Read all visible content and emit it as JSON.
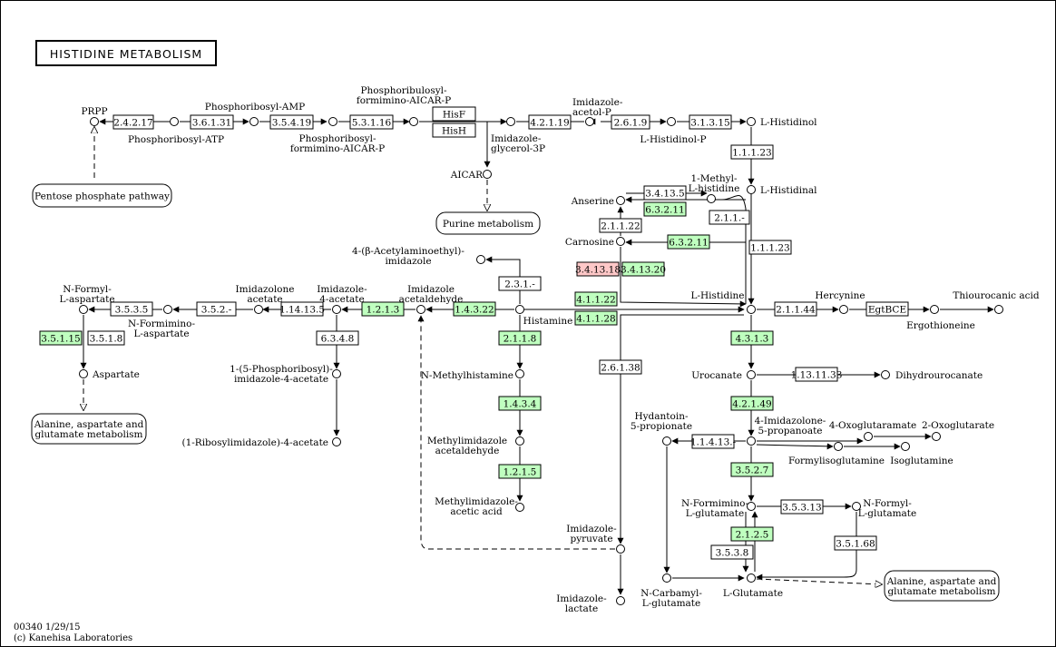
{
  "map": {
    "title": "HISTIDINE METABOLISM",
    "footer_id": "00340 1/29/15",
    "footer_copyright": "(c) Kanehisa Laboratories"
  },
  "colors": {
    "found": "#bfffbf",
    "highlight": "#ffc8c8",
    "line": "#000000",
    "background": "#ffffff"
  },
  "enzymes": [
    {
      "id": "e1",
      "label": "2.4.2.17",
      "state": "none"
    },
    {
      "id": "e2",
      "label": "3.6.1.31",
      "state": "none"
    },
    {
      "id": "e3",
      "label": "3.5.4.19",
      "state": "none"
    },
    {
      "id": "e4",
      "label": "5.3.1.16",
      "state": "none"
    },
    {
      "id": "e5",
      "label": "HisF",
      "state": "none"
    },
    {
      "id": "e6",
      "label": "HisH",
      "state": "none"
    },
    {
      "id": "e7",
      "label": "4.2.1.19",
      "state": "none"
    },
    {
      "id": "e8",
      "label": "2.6.1.9",
      "state": "none"
    },
    {
      "id": "e9",
      "label": "3.1.3.15",
      "state": "none"
    },
    {
      "id": "e10",
      "label": "1.1.1.23",
      "state": "none"
    },
    {
      "id": "e11",
      "label": "3.4.13.5",
      "state": "none"
    },
    {
      "id": "e12",
      "label": "6.3.2.11",
      "state": "found"
    },
    {
      "id": "e13",
      "label": "2.1.1.22",
      "state": "none"
    },
    {
      "id": "e14",
      "label": "2.1.1.-",
      "state": "none"
    },
    {
      "id": "e15",
      "label": "6.3.2.11",
      "state": "found"
    },
    {
      "id": "e16",
      "label": "1.1.1.23",
      "state": "none"
    },
    {
      "id": "e17",
      "label": "3.4.13.18",
      "state": "highlight"
    },
    {
      "id": "e18",
      "label": "3.4.13.20",
      "state": "found"
    },
    {
      "id": "e19",
      "label": "2.3.1.-",
      "state": "none"
    },
    {
      "id": "e20",
      "label": "4.1.1.22",
      "state": "found"
    },
    {
      "id": "e21",
      "label": "4.1.1.28",
      "state": "found"
    },
    {
      "id": "e22",
      "label": "2.1.1.44",
      "state": "none"
    },
    {
      "id": "e23",
      "label": "EgtBCE",
      "state": "none"
    },
    {
      "id": "e24",
      "label": "3.5.3.5",
      "state": "none"
    },
    {
      "id": "e25",
      "label": "3.5.2.-",
      "state": "none"
    },
    {
      "id": "e26",
      "label": "1.14.13.5",
      "state": "none"
    },
    {
      "id": "e27",
      "label": "1.2.1.3",
      "state": "found"
    },
    {
      "id": "e28",
      "label": "1.4.3.22",
      "state": "found"
    },
    {
      "id": "e29",
      "label": "3.5.1.15",
      "state": "found"
    },
    {
      "id": "e30",
      "label": "3.5.1.8",
      "state": "none"
    },
    {
      "id": "e31",
      "label": "6.3.4.8",
      "state": "none"
    },
    {
      "id": "e32",
      "label": "2.1.1.8",
      "state": "found"
    },
    {
      "id": "e33",
      "label": "4.3.1.3",
      "state": "found"
    },
    {
      "id": "e34",
      "label": "1.13.11.33",
      "state": "none"
    },
    {
      "id": "e35",
      "label": "2.6.1.38",
      "state": "none"
    },
    {
      "id": "e36",
      "label": "1.4.3.4",
      "state": "found"
    },
    {
      "id": "e37",
      "label": "4.2.1.49",
      "state": "found"
    },
    {
      "id": "e38",
      "label": "1.1.4.13.-",
      "state": "none"
    },
    {
      "id": "e39",
      "label": "1.2.1.5",
      "state": "found"
    },
    {
      "id": "e40",
      "label": "3.5.2.7",
      "state": "found"
    },
    {
      "id": "e41",
      "label": "3.5.3.13",
      "state": "none"
    },
    {
      "id": "e42",
      "label": "2.1.2.5",
      "state": "found"
    },
    {
      "id": "e43",
      "label": "3.5.3.8",
      "state": "none"
    },
    {
      "id": "e44",
      "label": "3.5.1.68",
      "state": "none"
    }
  ],
  "compounds": [
    {
      "id": "c_prpp",
      "label": [
        "PRPP"
      ]
    },
    {
      "id": "c_pratp",
      "label": [
        "Phosphoribosyl-ATP"
      ]
    },
    {
      "id": "c_pramp",
      "label": [
        "Phosphoribosyl-AMP"
      ]
    },
    {
      "id": "c_pfaicar",
      "label": [
        "Phosphoribosyl-",
        "formimino-AICAR-P"
      ]
    },
    {
      "id": "c_prfaicar",
      "label": [
        "Phosphoribulosyl-",
        "formimino-AICAR-P"
      ]
    },
    {
      "id": "c_igp",
      "label": [
        "Imidazole-",
        "glycerol-3P"
      ]
    },
    {
      "id": "c_iap",
      "label": [
        "Imidazole-",
        "acetol-P"
      ]
    },
    {
      "id": "c_hisp",
      "label": [
        "L-Histidinol-P"
      ]
    },
    {
      "id": "c_hisol",
      "label": [
        "L-Histidinol"
      ]
    },
    {
      "id": "c_aicar",
      "label": [
        "AICAR"
      ]
    },
    {
      "id": "c_hisal",
      "label": [
        "L-Histidinal"
      ]
    },
    {
      "id": "c_mhis",
      "label": [
        "1-Methyl-",
        "L-histidine"
      ]
    },
    {
      "id": "c_anserine",
      "label": [
        "Anserine"
      ]
    },
    {
      "id": "c_carnosine",
      "label": [
        "Carnosine"
      ]
    },
    {
      "id": "c_acetylimid",
      "label": [
        "4-(β-Acetylaminoethyl)-",
        "imidazole"
      ]
    },
    {
      "id": "c_his",
      "label": [
        "L-Histidine"
      ]
    },
    {
      "id": "c_hercynine",
      "label": [
        "Hercynine"
      ]
    },
    {
      "id": "c_ergo",
      "label": [
        "Ergothioneine"
      ]
    },
    {
      "id": "c_thiou",
      "label": [
        "Thiourocanic acid"
      ]
    },
    {
      "id": "c_nfasp",
      "label": [
        "N-Formyl-",
        "L-aspartate"
      ]
    },
    {
      "id": "c_nfiasp",
      "label": [
        "N-Formimino-",
        "L-aspartate"
      ]
    },
    {
      "id": "c_imidazolone",
      "label": [
        "Imidazolone",
        "acetate"
      ]
    },
    {
      "id": "c_i4a",
      "label": [
        "Imidazole-",
        "4-acetate"
      ]
    },
    {
      "id": "c_iaa",
      "label": [
        "Imidazole",
        "acetaldehyde"
      ]
    },
    {
      "id": "c_histamine",
      "label": [
        "Histamine"
      ]
    },
    {
      "id": "c_urocanate",
      "label": [
        "Urocanate"
      ]
    },
    {
      "id": "c_dihydrouro",
      "label": [
        "Dihydrourocanate"
      ]
    },
    {
      "id": "c_aspartate",
      "label": [
        "Aspartate"
      ]
    },
    {
      "id": "c_prima",
      "label": [
        "1-(5-Phosphoribosyl)-",
        "imidazole-4-acetate"
      ]
    },
    {
      "id": "c_nmh",
      "label": [
        "N-Methylhistamine"
      ]
    },
    {
      "id": "c_ip",
      "label": [
        "4-Imidazolone-",
        "5-propanoate"
      ]
    },
    {
      "id": "c_hydantoin",
      "label": [
        "Hydantoin-",
        "5-propionate"
      ]
    },
    {
      "id": "c_oxoglutaramate",
      "label": [
        "4-Oxoglutaramate"
      ]
    },
    {
      "id": "c_2og",
      "label": [
        "2-Oxoglutarate"
      ]
    },
    {
      "id": "c_fig",
      "label": [
        "Formylisoglutamine"
      ]
    },
    {
      "id": "c_isogln",
      "label": [
        "Isoglutamine"
      ]
    },
    {
      "id": "c_mia",
      "label": [
        "Methylimidazole",
        "acetaldehyde"
      ]
    },
    {
      "id": "c_ribosyl",
      "label": [
        "(1-Ribosylimidazole)-4-acetate"
      ]
    },
    {
      "id": "c_figlu",
      "label": [
        "N-Formimino-",
        "L-glutamate"
      ]
    },
    {
      "id": "c_nfglu",
      "label": [
        "N-Formyl-",
        "L-glutamate"
      ]
    },
    {
      "id": "c_miaa",
      "label": [
        "Methylimidazole-",
        "acetic acid"
      ]
    },
    {
      "id": "c_ipyr",
      "label": [
        "Imidazole-",
        "pyruvate"
      ]
    },
    {
      "id": "c_ncglu",
      "label": [
        "N-Carbamyl-",
        "L-glutamate"
      ]
    },
    {
      "id": "c_glu",
      "label": [
        "L-Glutamate"
      ]
    },
    {
      "id": "c_ilac",
      "label": [
        "Imidazole-",
        "lactate"
      ]
    }
  ],
  "maps": [
    {
      "id": "m_ppp",
      "label": [
        "Pentose phosphate pathway"
      ]
    },
    {
      "id": "m_purine",
      "label": [
        "Purine metabolism"
      ]
    },
    {
      "id": "m_ala1",
      "label": [
        "Alanine, aspartate and",
        "glutamate metabolism"
      ]
    },
    {
      "id": "m_ala2",
      "label": [
        "Alanine, aspartate and",
        "glutamate metabolism"
      ]
    }
  ]
}
